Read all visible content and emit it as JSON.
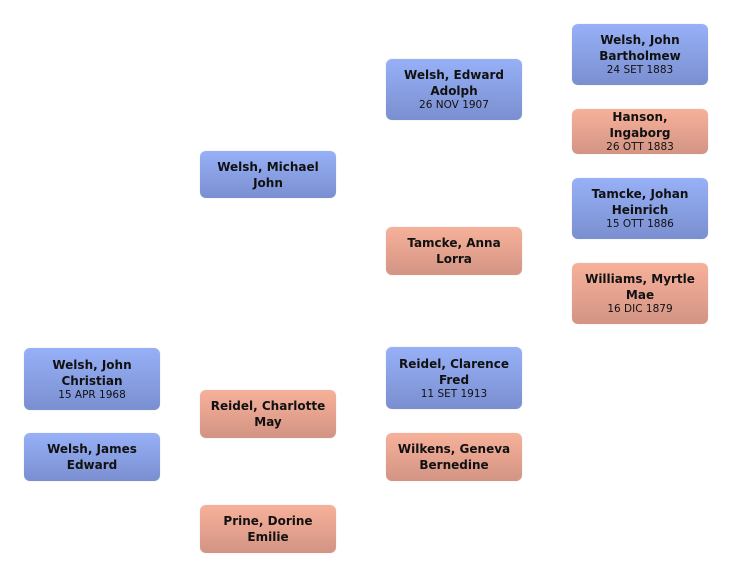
{
  "people": [
    {
      "name": "Welsh, John Christian",
      "date": "15 APR 1968",
      "sex": "male"
    },
    {
      "name": "Welsh, James Edward",
      "sex": "male"
    },
    {
      "name": "Welsh, Michael John",
      "sex": "male"
    },
    {
      "name": "Reidel, Charlotte May",
      "sex": "female"
    },
    {
      "name": "Prine, Dorine Emilie",
      "sex": "female"
    },
    {
      "name": "Welsh, Edward Adolph",
      "date": "26 NOV 1907",
      "sex": "male"
    },
    {
      "name": "Tamcke, Anna Lorra",
      "sex": "female"
    },
    {
      "name": "Reidel, Clarence Fred",
      "date": "11 SET 1913",
      "sex": "male"
    },
    {
      "name": "Wilkens, Geneva Bernedine",
      "sex": "female"
    },
    {
      "name": "Welsh, John Bartholmew",
      "date": "24 SET 1883",
      "sex": "male"
    },
    {
      "name": "Hanson, Ingaborg",
      "date": "26 OTT 1883",
      "sex": "female"
    },
    {
      "name": "Tamcke, Johan Heinrich",
      "date": "15 OTT 1886",
      "sex": "male"
    },
    {
      "name": "Williams, Myrtle Mae",
      "date": "16 DIC 1879",
      "sex": "female"
    }
  ],
  "colors": {
    "male": "#8aa0e6",
    "female": "#e8a38f"
  }
}
